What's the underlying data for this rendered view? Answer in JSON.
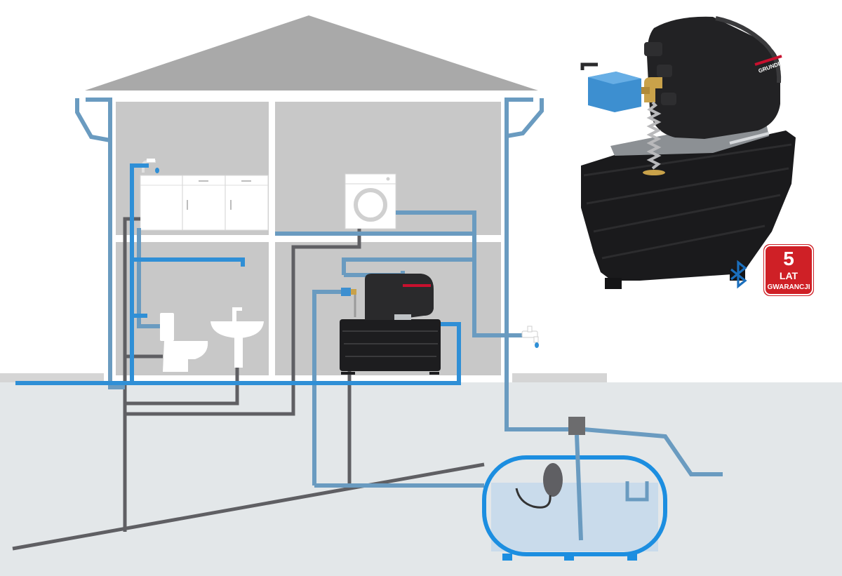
{
  "colors": {
    "ground": "#e3e7e9",
    "house_wall": "#c8c8c8",
    "roof": "#a9a9a9",
    "rain_pipe": "#6a9bc0",
    "fresh_pipe": "#2f8fd6",
    "waste_pipe": "#5f5f63",
    "tank_water": "#c9dbeb",
    "tank_outline": "#1c8ee0",
    "pump_body": "#1d1d1f",
    "accent_red": "#c8102e",
    "filter_blue": "#3d8fd0",
    "badge_red": "#cf2026"
  },
  "icons": {
    "bluetooth": "bluetooth-icon"
  },
  "product": {
    "brand": "GRUNDFOS"
  },
  "badge": {
    "number": "5",
    "line1": "LAT",
    "line2": "GWARANCJI"
  }
}
